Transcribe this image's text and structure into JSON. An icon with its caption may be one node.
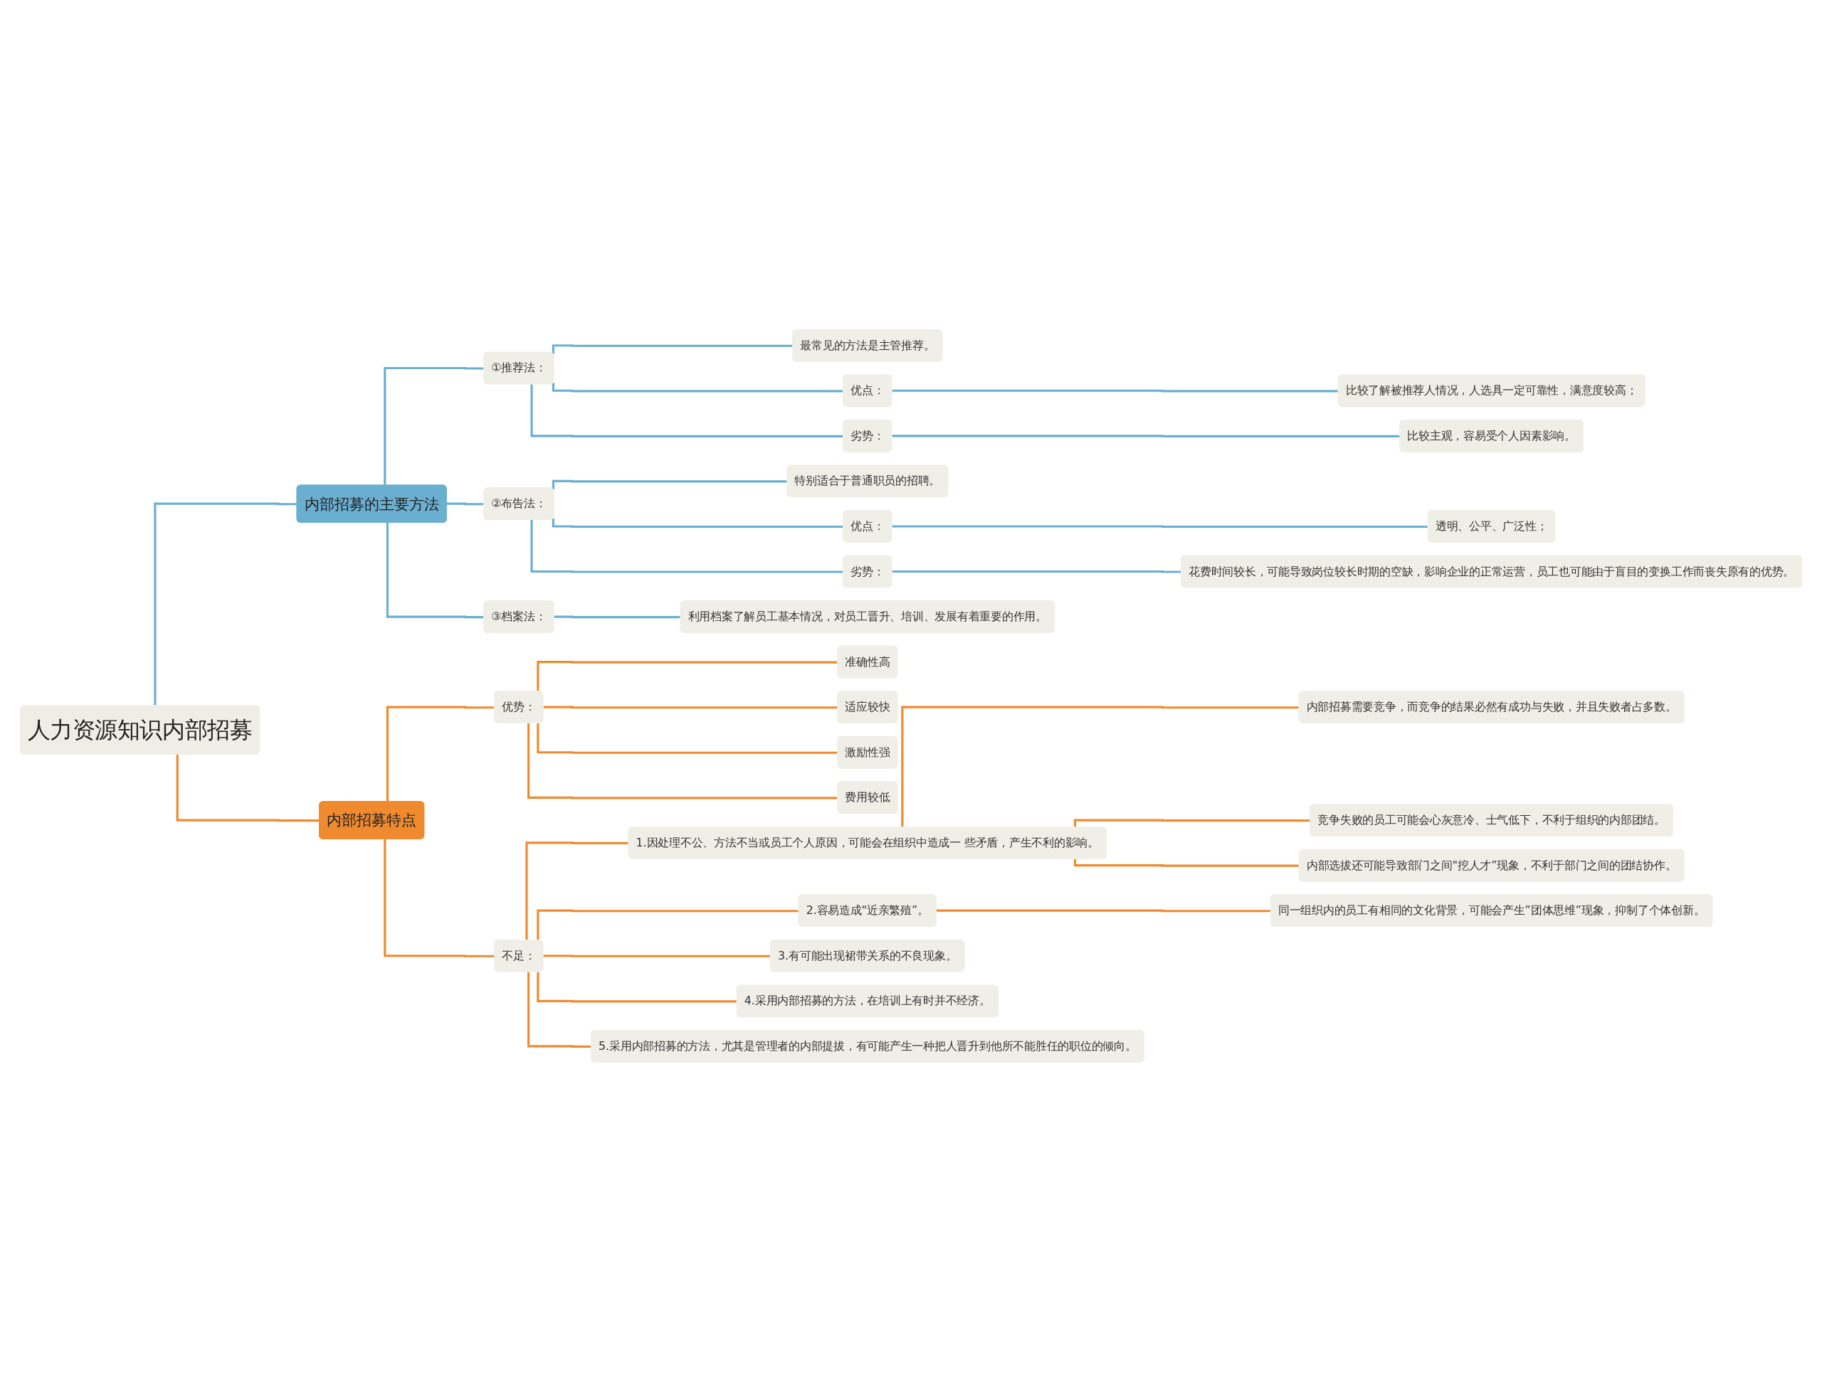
{
  "diagram": {
    "nodes": [
      {
        "text": [
          "人力资源知识内部招募"
        ]
      },
      {
        "text": [
          "内部招募的主要方法"
        ]
      },
      {
        "text": [
          "①推荐法："
        ]
      },
      {
        "text": [
          "最常见的方法是主管推荐。"
        ]
      },
      {
        "text": [
          "优点："
        ]
      },
      {
        "text": [
          "比较了解被推荐人情况，人选具一定可靠性，满意度较高；"
        ]
      },
      {
        "text": [
          "劣势："
        ]
      },
      {
        "text": [
          "比较主观，容易受个人因素影响。"
        ]
      },
      {
        "text": [
          "②布告法："
        ]
      },
      {
        "text": [
          "特别适合于普通职员的招聘。"
        ]
      },
      {
        "text": [
          "优点："
        ]
      },
      {
        "text": [
          "透明、公平、广泛性；"
        ]
      },
      {
        "text": [
          "劣势："
        ]
      },
      {
        "text": [
          "花费时间较长，可能导致岗位较长时期的空缺，影响企业的正常运营，员工也可能由于盲目的变换工作而丧失原有的优势。"
        ]
      },
      {
        "text": [
          "③档案法："
        ]
      },
      {
        "text": [
          "利用档案了解员工基本情况，对员工晋升、培训、发展有着重要的作用。"
        ]
      },
      {
        "text": [
          "内部招募特点"
        ]
      },
      {
        "text": [
          "优势："
        ]
      },
      {
        "text": [
          "准确性高"
        ]
      },
      {
        "text": [
          "适应较快"
        ]
      },
      {
        "text": [
          "激励性强"
        ]
      },
      {
        "text": [
          "费用较低"
        ]
      },
      {
        "text": [
          "不足："
        ]
      },
      {
        "text": [
          "1.因处理不公、方法不当或员工个人原因，可能会在组织中造成一 些矛盾，产生不利的影响。"
        ]
      },
      {
        "text": [
          "内部招募需要竞争，而竞争的结果必然有成功与失败，并且失败者占多数。"
        ]
      },
      {
        "text": [
          "竞争失败的员工可能会心灰意冷、士气低下，不利于组织的内部团结。"
        ]
      },
      {
        "text": [
          "内部选拔还可能导致部门之间\"挖人才”现象，不利于部门之间的团结协作。"
        ]
      },
      {
        "text": [
          "2.容易造成\"近亲繁殖”。"
        ]
      },
      {
        "text": [
          "同一组织内的员工有相同的文化背景，可能会产生”团体思维”现象，抑制了个体创新。"
        ]
      },
      {
        "text": [
          "3.有可能出现裙带关系的不良现象。"
        ]
      },
      {
        "text": [
          "4.采用内部招募的方法，在培训上有时并不经济。"
        ]
      },
      {
        "text": [
          "5.采用内部招募的方法，尤其是管理者的内部提拔，有可能产生一种把人晋升到他所不能胜任的职位的倾向。"
        ]
      }
    ],
    "edges": [
      {
        "from": 0,
        "to": 1,
        "arrow": "none",
        "color": "#6aaed0"
      },
      {
        "from": 1,
        "to": 2,
        "arrow": "none",
        "color": "#6aaed0"
      },
      {
        "from": 2,
        "to": 3,
        "arrow": "none",
        "color": "#6aaed0"
      },
      {
        "from": 2,
        "to": 4,
        "arrow": "none",
        "color": "#6aaed0"
      },
      {
        "from": 4,
        "to": 5,
        "arrow": "none",
        "color": "#6aaed0"
      },
      {
        "from": 2,
        "to": 6,
        "arrow": "none",
        "color": "#6aaed0"
      },
      {
        "from": 6,
        "to": 7,
        "arrow": "none",
        "color": "#6aaed0"
      },
      {
        "from": 1,
        "to": 8,
        "arrow": "none",
        "color": "#6aaed0"
      },
      {
        "from": 8,
        "to": 9,
        "arrow": "none",
        "color": "#6aaed0"
      },
      {
        "from": 8,
        "to": 10,
        "arrow": "none",
        "color": "#6aaed0"
      },
      {
        "from": 10,
        "to": 11,
        "arrow": "none",
        "color": "#6aaed0"
      },
      {
        "from": 8,
        "to": 12,
        "arrow": "none",
        "color": "#6aaed0"
      },
      {
        "from": 12,
        "to": 13,
        "arrow": "none",
        "color": "#6aaed0"
      },
      {
        "from": 1,
        "to": 14,
        "arrow": "none",
        "color": "#6aaed0"
      },
      {
        "from": 14,
        "to": 15,
        "arrow": "none",
        "color": "#6aaed0"
      },
      {
        "from": 0,
        "to": 16,
        "arrow": "none",
        "color": "#f08a2e"
      },
      {
        "from": 16,
        "to": 17,
        "arrow": "none",
        "color": "#f08a2e"
      },
      {
        "from": 17,
        "to": 18,
        "arrow": "none",
        "color": "#f08a2e"
      },
      {
        "from": 17,
        "to": 19,
        "arrow": "none",
        "color": "#f08a2e"
      },
      {
        "from": 17,
        "to": 20,
        "arrow": "none",
        "color": "#f08a2e"
      },
      {
        "from": 17,
        "to": 21,
        "arrow": "none",
        "color": "#f08a2e"
      },
      {
        "from": 16,
        "to": 22,
        "arrow": "none",
        "color": "#f08a2e"
      },
      {
        "from": 22,
        "to": 23,
        "arrow": "none",
        "color": "#f08a2e"
      },
      {
        "from": 23,
        "to": 24,
        "arrow": "none",
        "color": "#f08a2e"
      },
      {
        "from": 23,
        "to": 25,
        "arrow": "none",
        "color": "#f08a2e"
      },
      {
        "from": 23,
        "to": 26,
        "arrow": "none",
        "color": "#f08a2e"
      },
      {
        "from": 22,
        "to": 27,
        "arrow": "none",
        "color": "#f08a2e"
      },
      {
        "from": 27,
        "to": 28,
        "arrow": "none",
        "color": "#f08a2e"
      },
      {
        "from": 22,
        "to": 29,
        "arrow": "none",
        "color": "#f08a2e"
      },
      {
        "from": 22,
        "to": 30,
        "arrow": "none",
        "color": "#f08a2e"
      },
      {
        "from": 22,
        "to": 31,
        "arrow": "none",
        "color": "#f08a2e"
      }
    ]
  }
}
